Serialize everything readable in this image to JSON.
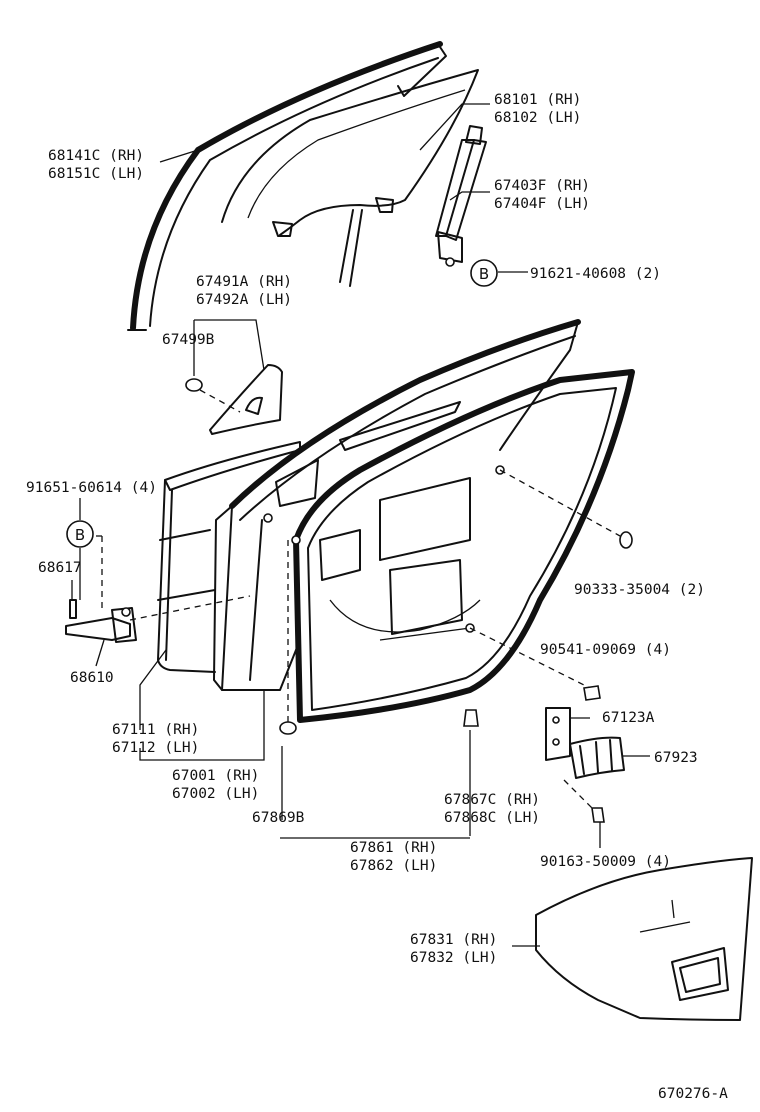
{
  "callout_letter": "B",
  "labels": {
    "l68101": "68101 (RH)",
    "l68102": "68102 (LH)",
    "l68141c": "68141C (RH)",
    "l68151c": "68151C (LH)",
    "l67403f": "67403F (RH)",
    "l67404f": "67404F (LH)",
    "l91621": "91621-40608 (2)",
    "l67491a": "67491A (RH)",
    "l67492a": "67492A (LH)",
    "l67499b": "67499B",
    "l91651": "91651-60614 (4)",
    "l68617": "68617",
    "l68610": "68610",
    "l90333": "90333-35004 (2)",
    "l90541": "90541-09069 (4)",
    "l67111": "67111 (RH)",
    "l67112": "67112 (LH)",
    "l67123a": "67123A",
    "l67923": "67923",
    "l67001": "67001 (RH)",
    "l67002": "67002 (LH)",
    "l67869b": "67869B",
    "l67867c": "67867C (RH)",
    "l67868c": "67868C (LH)",
    "l67861": "67861 (RH)",
    "l67862": "67862 (LH)",
    "l90163": "90163-50009 (4)",
    "l67831": "67831 (RH)",
    "l67832": "67832 (LH)",
    "drawing_no": "670276-A"
  }
}
